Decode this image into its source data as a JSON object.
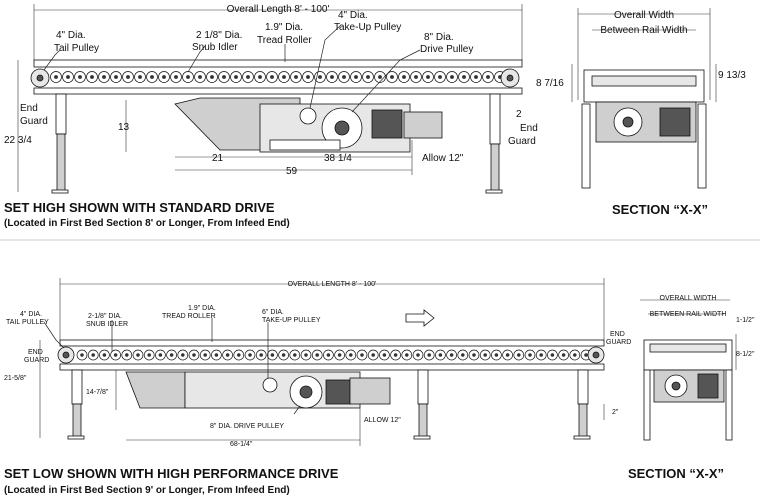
{
  "top": {
    "overall_length": "Overall Length 8' - 100'",
    "tail_pulley": [
      "4\" Dia.",
      "Tail Pulley"
    ],
    "snub_idler": [
      "2 1/8\" Dia.",
      "Snub Idler"
    ],
    "tread_roller": [
      "1.9\" Dia.",
      "Tread Roller"
    ],
    "take_up_pulley": [
      "4\" Dia.",
      "Take-Up Pulley"
    ],
    "drive_pulley": [
      "8\" Dia.",
      "Drive Pulley"
    ],
    "end_guard_left": [
      "End",
      "Guard"
    ],
    "end_guard_right": [
      "End",
      "Guard"
    ],
    "dim_height": "22 3/4",
    "dim_13": "13",
    "dim_21": "21",
    "dim_38": "38 1/4",
    "dim_59": "59",
    "dim_2": "2",
    "allow": "Allow 12\"",
    "title": "SET HIGH SHOWN WITH STANDARD DRIVE",
    "subtitle": "(Located in First Bed Section 8' or Longer, From Infeed End)",
    "section": {
      "overall_width": "Overall Width",
      "between_rail": "Between Rail Width",
      "dim_left": "8 7/16",
      "dim_right": "9 13/3",
      "title": "SECTION “X-X”"
    }
  },
  "bottom": {
    "overall_length": "OVERALL LENGTH 8' - 100'",
    "tail_pulley": [
      "4\" DIA.",
      "TAIL PULLEY"
    ],
    "snub_idler": [
      "2-1/8\" DIA.",
      "SNUB IDLER"
    ],
    "tread_roller": [
      "1.9\" DIA.",
      "TREAD ROLLER"
    ],
    "take_up_pulley": [
      "6\" DIA.",
      "TAKE-UP PULLEY"
    ],
    "drive_pulley": "8\" DIA. DRIVE PULLEY",
    "end_guard_left": [
      "END",
      "GUARD"
    ],
    "end_guard_right": [
      "END",
      "GUARD"
    ],
    "dim_height": "21-5/8\"",
    "dim_14": "14-7/8\"",
    "dim_68": "68-1/4\"",
    "dim_2": "2\"",
    "allow": "ALLOW 12\"",
    "title": "SET LOW SHOWN WITH HIGH PERFORMANCE DRIVE",
    "subtitle": "(Located in First Bed Section 9' or Longer, From Infeed End)",
    "section": {
      "overall_width": "OVERALL WIDTH",
      "between_rail": "BETWEEN RAIL WIDTH",
      "dim_top": "1-1/2\"",
      "dim_mid": "8-1/2\"",
      "title": "SECTION “X-X”"
    }
  }
}
